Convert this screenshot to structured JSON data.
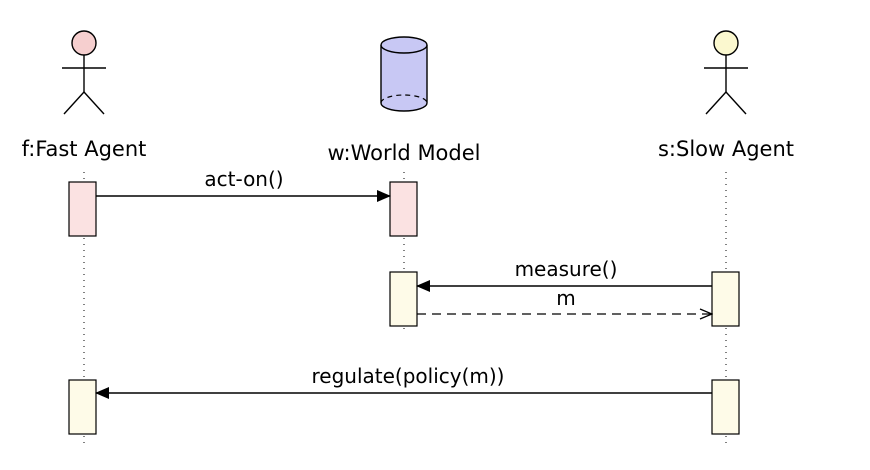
{
  "participants": {
    "fast_agent": {
      "label": "f:Fast Agent",
      "head_color": "#f6cfcf"
    },
    "world_model": {
      "label": "w:World Model",
      "body_color": "#c8c8f4"
    },
    "slow_agent": {
      "label": "s:Slow Agent",
      "head_color": "#fbf8cf"
    }
  },
  "activation_colors": {
    "pink": "#fbe2e2",
    "cream": "#fefbe8"
  },
  "messages": {
    "act_on": "act-on()",
    "measure": "measure()",
    "m": "m",
    "regulate": "regulate(policy(m))"
  }
}
